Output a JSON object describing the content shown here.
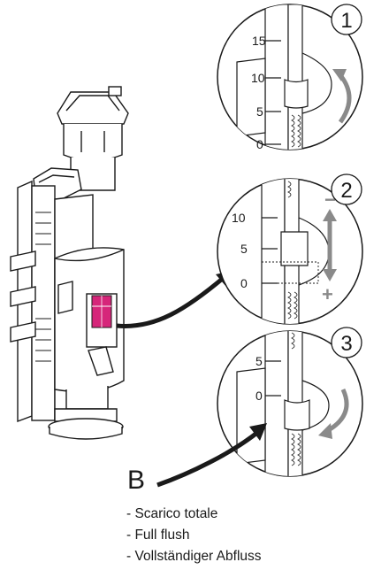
{
  "diagram": {
    "steps": [
      "1",
      "2",
      "3"
    ],
    "scale_ticks": {
      "step1": [
        "15",
        "10",
        "5",
        "0"
      ],
      "step2": [
        "10",
        "5",
        "0"
      ],
      "step3": [
        "5",
        "0"
      ]
    },
    "adjust_signs": {
      "minus": "−",
      "plus": "+"
    },
    "callout_letter": "B",
    "captions": [
      "- Scarico totale",
      "- Full flush",
      "- Vollständiger Abfluss"
    ],
    "colors": {
      "line": "#1a1a1a",
      "highlight": "#d6267a",
      "arrow_gray": "#9a9a9a",
      "body_fill": "#ffffff"
    }
  }
}
